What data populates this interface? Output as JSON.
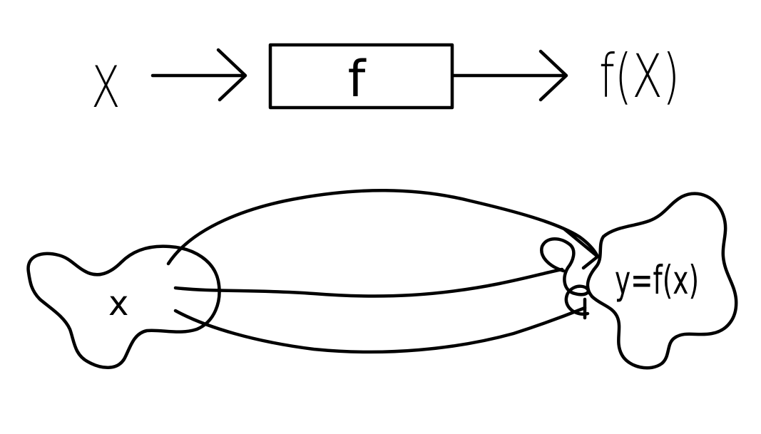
{
  "top_row": {
    "input_label": "X",
    "function_label": "f",
    "output_label": "f(X)"
  },
  "bottom_row": {
    "domain_element_label": "x",
    "codomain_element_label": "y=f(x)"
  },
  "colors": {
    "ink": "#000000",
    "background": "#ffffff"
  }
}
